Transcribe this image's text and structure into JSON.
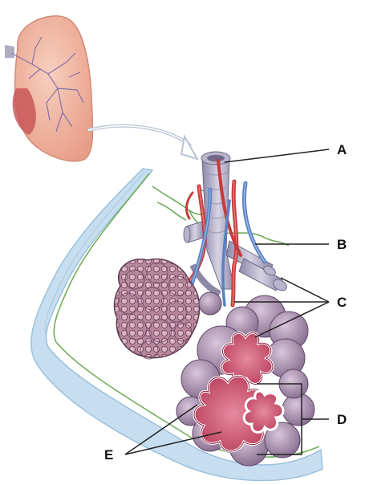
{
  "labels": {
    "a": "A",
    "b": "B",
    "c": "C",
    "d": "D",
    "e": "E"
  },
  "colors": {
    "lung": "#f1b7a2",
    "lung_outline": "#d48a78",
    "bronchi": "#7a6aa8",
    "pleura": "#c7def0",
    "artery": "#c83a3a",
    "vein": "#5a82c2",
    "lymph": "#6fae5a",
    "alveolus_fill": "#a88aa8",
    "alveolus_cut": "#c44a66",
    "label_line": "#222222"
  }
}
